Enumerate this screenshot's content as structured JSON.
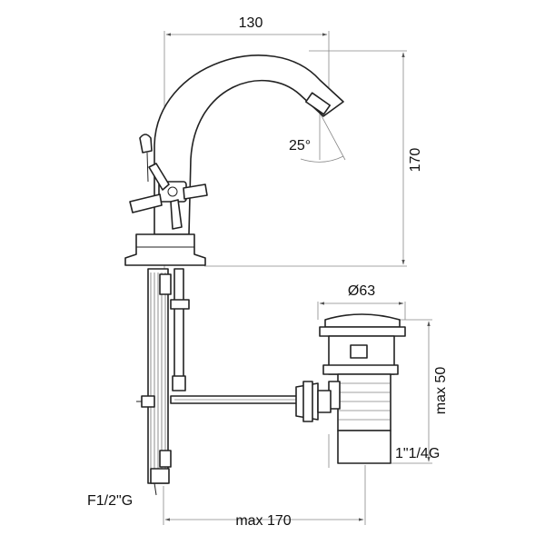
{
  "dimensions": {
    "spout_reach": "130",
    "height": "170",
    "spout_angle": "25°",
    "waste_diameter": "Ø63",
    "waste_height": "max 50",
    "waste_thread": "1\"1/4G",
    "hose_thread": "F1/2\"G",
    "rod_length": "max 170"
  }
}
